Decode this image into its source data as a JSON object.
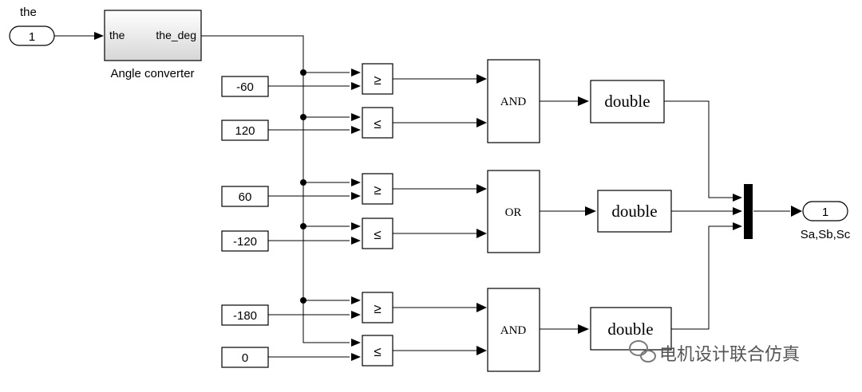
{
  "inport": {
    "number": "1",
    "name": "the"
  },
  "subsystem": {
    "name": "Angle converter",
    "input_port": "the",
    "output_port": "the_deg"
  },
  "constants": [
    "-60",
    "120",
    "60",
    "-120",
    "-180",
    "0"
  ],
  "relational_operators": [
    "≥",
    "≤",
    "≥",
    "≤",
    "≥",
    "≤"
  ],
  "logic_operators": [
    "AND",
    "OR",
    "AND"
  ],
  "conversion_blocks": [
    "double",
    "double",
    "double"
  ],
  "outport": {
    "number": "1",
    "name": "Sa,Sb,Sc"
  },
  "watermark": {
    "text": "电机设计联合仿真"
  }
}
